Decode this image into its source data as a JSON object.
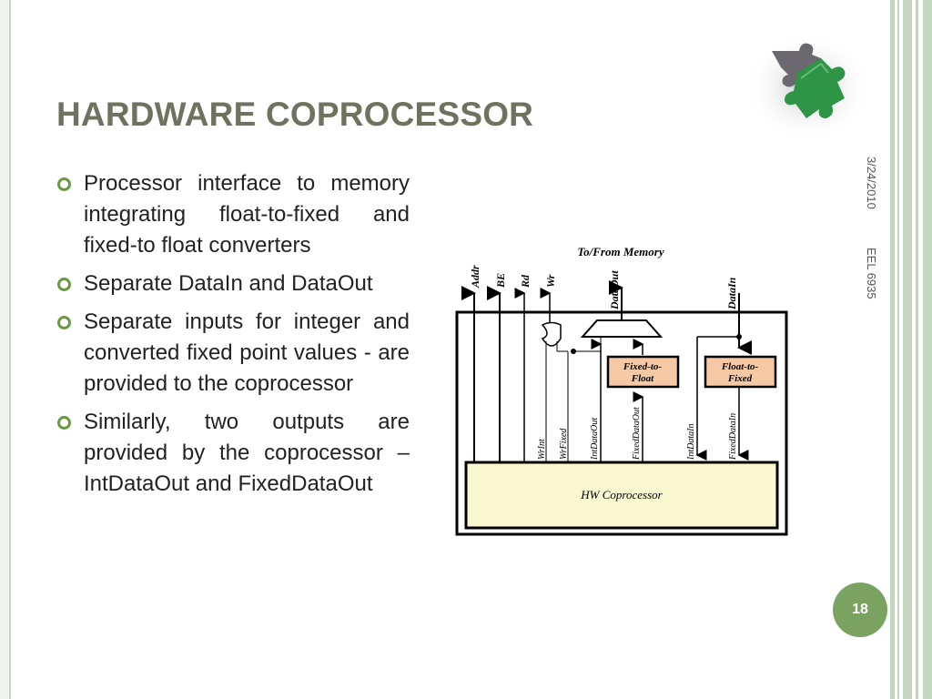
{
  "slide": {
    "title": "HARDWARE COPROCESSOR",
    "date": "3/24/2010",
    "course": "EEL 6935",
    "page_number": "18",
    "accent_color": "#7aa362"
  },
  "bullets": [
    {
      "text": "Processor interface to memory integrating float-to-fixed and fixed-to float converters"
    },
    {
      "text": "Separate DataIn and DataOut"
    },
    {
      "text": "Separate inputs for integer and converted fixed point values - are provided to the coprocessor"
    },
    {
      "text": "Similarly, two outputs are provided by the coprocessor – IntDataOut and FixedDataOut"
    }
  ],
  "diagram": {
    "memory_label": "To/From Memory",
    "top_signals": [
      "Addr",
      "BE",
      "Rd",
      "Wr",
      "DataOut",
      "DataIn"
    ],
    "fixed_to_float": [
      "Fixed-to-",
      "Float"
    ],
    "float_to_fixed": [
      "Float-to-",
      "Fixed"
    ],
    "inner_signals": [
      "WrInt",
      "WrFixed",
      "IntDataOut",
      "FixedDataOut",
      "IntDataIn",
      "FixedDataIn"
    ],
    "coprocessor_label": "HW Coprocessor"
  }
}
